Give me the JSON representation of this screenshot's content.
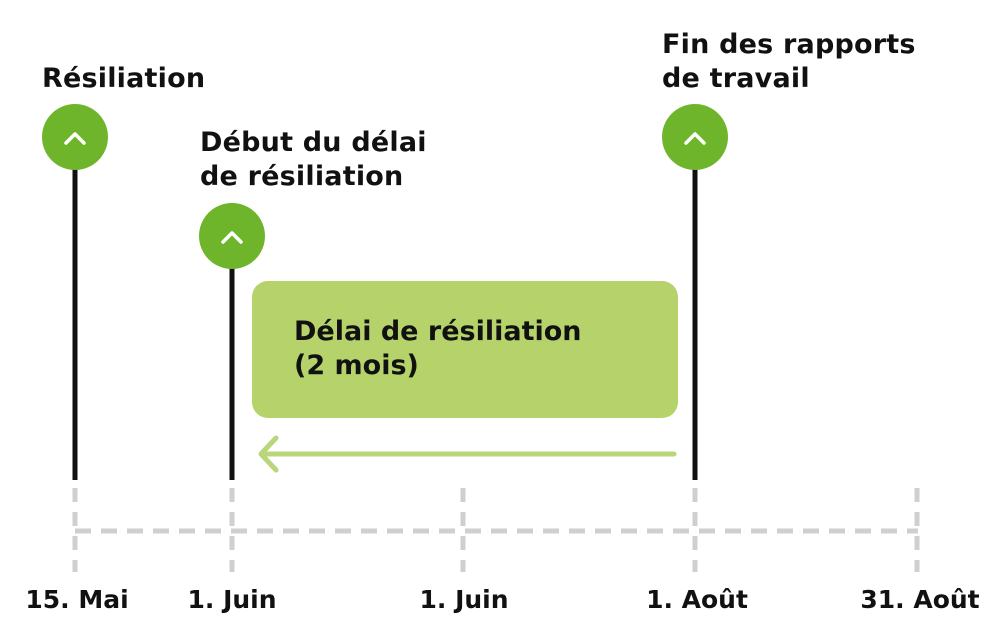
{
  "events": {
    "termination": {
      "line1": "Résiliation",
      "line2": ""
    },
    "notice_start": {
      "line1": "Début du délai",
      "line2": "de résiliation"
    },
    "employment_end": {
      "line1": "Fin des rapports",
      "line2": "de travail"
    }
  },
  "notice_period": {
    "line1": "Délai de résiliation",
    "line2": "(2 mois)"
  },
  "dates": [
    "15. Mai",
    "1. Juin",
    "1. Juin",
    "1. Août",
    "31. Août"
  ],
  "icons": {
    "marker": "chevron-up-icon",
    "arrow": "arrow-left-icon"
  },
  "colors": {
    "marker_green": "#6fb52c",
    "box_green": "#b5d36a",
    "arrow_green": "#b9d67a",
    "line_black": "#111111",
    "dash_gray": "#cfcfcf"
  }
}
